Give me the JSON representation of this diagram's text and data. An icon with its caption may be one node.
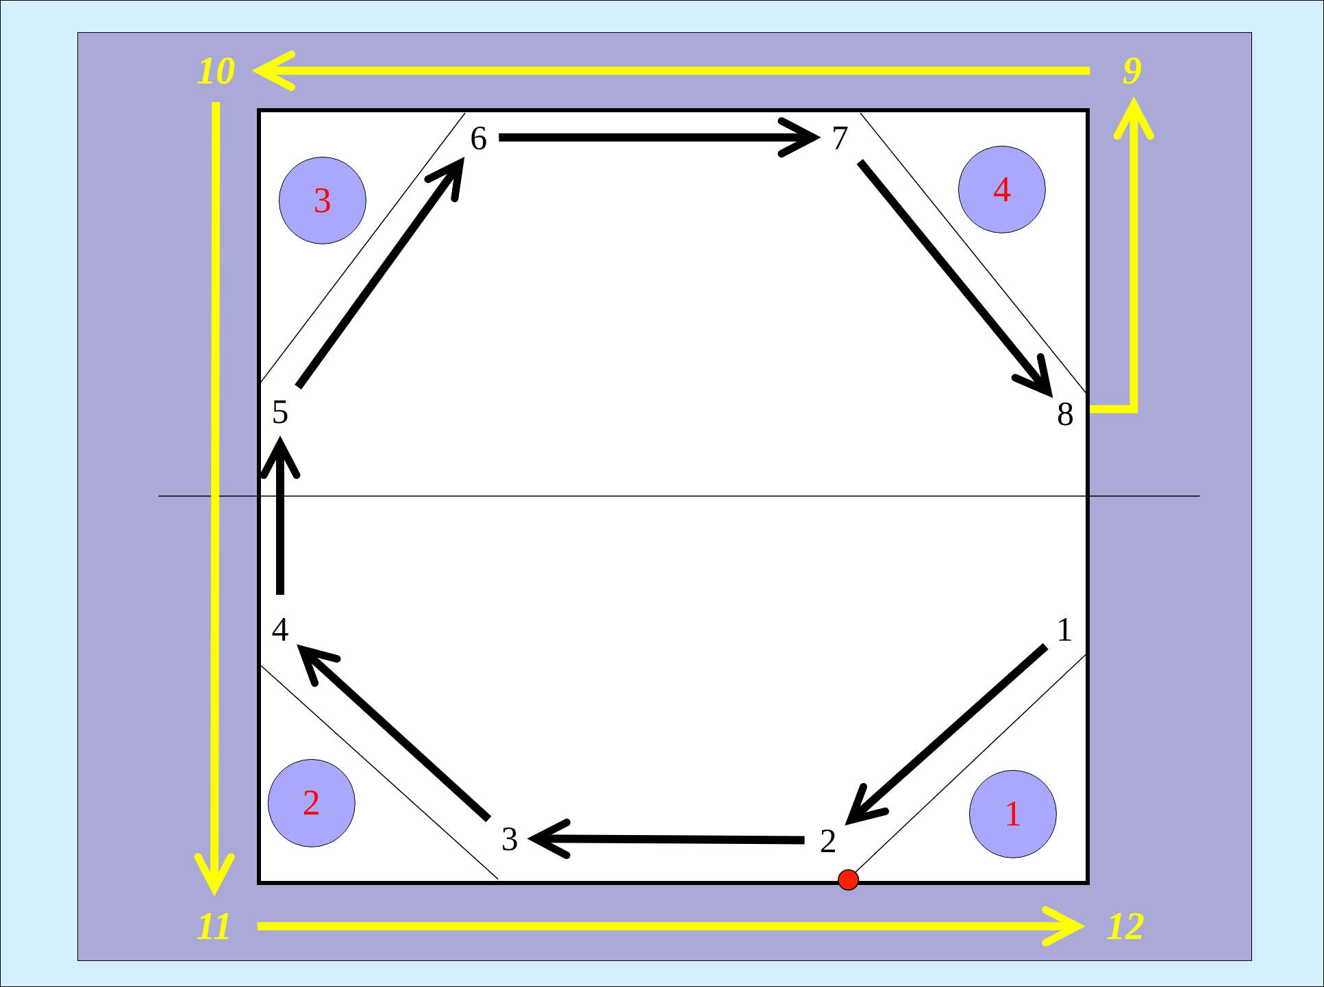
{
  "diagram": {
    "nodes": [
      {
        "text": [
          "10"
        ]
      },
      {
        "text": [
          "9"
        ]
      },
      {
        "text": [
          "6"
        ]
      },
      {
        "text": [
          "7"
        ]
      },
      {
        "text": [
          "3"
        ]
      },
      {
        "text": [
          "4"
        ]
      },
      {
        "text": [
          "5"
        ]
      },
      {
        "text": [
          "8"
        ]
      },
      {
        "text": [
          "4"
        ]
      },
      {
        "text": [
          "1"
        ]
      },
      {
        "text": [
          "2"
        ]
      },
      {
        "text": [
          "1"
        ]
      },
      {
        "text": [
          "3"
        ]
      },
      {
        "text": [
          "2"
        ]
      },
      {
        "text": [
          "11"
        ]
      },
      {
        "text": [
          "12"
        ]
      }
    ],
    "edges": [
      {
        "from": 9,
        "to": 13,
        "arrow": "to"
      },
      {
        "from": 13,
        "to": 12,
        "arrow": "to"
      },
      {
        "from": 12,
        "to": 8,
        "arrow": "to"
      },
      {
        "from": 8,
        "to": 6,
        "arrow": "to"
      },
      {
        "from": 6,
        "to": 2,
        "arrow": "to"
      },
      {
        "from": 2,
        "to": 3,
        "arrow": "to"
      },
      {
        "from": 3,
        "to": 7,
        "arrow": "to"
      },
      {
        "from": 7,
        "to": 1,
        "arrow": "to",
        "color": "#ffff00"
      },
      {
        "from": 1,
        "to": 0,
        "arrow": "to",
        "color": "#ffff00"
      },
      {
        "from": 0,
        "to": 14,
        "arrow": "to",
        "color": "#ffff00"
      },
      {
        "from": 14,
        "to": 15,
        "arrow": "to",
        "color": "#ffff00"
      }
    ]
  }
}
